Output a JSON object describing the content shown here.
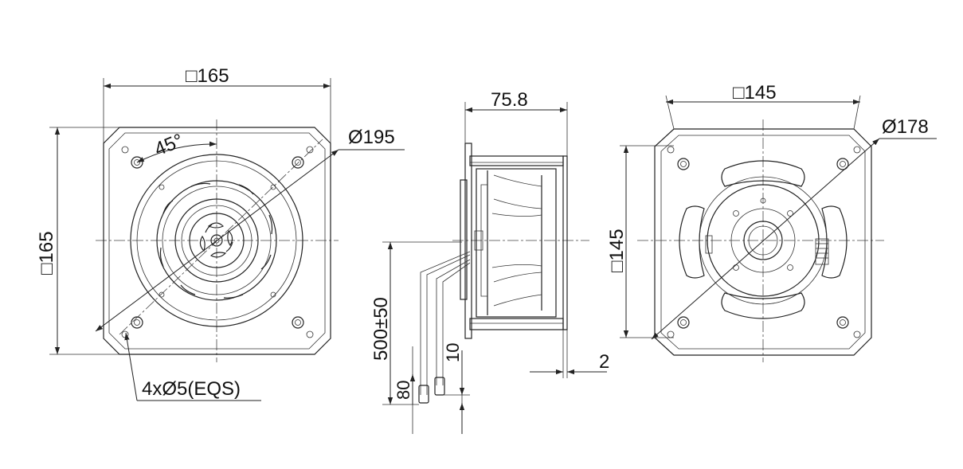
{
  "colors": {
    "line": "#222222",
    "background": "#ffffff"
  },
  "front_view": {
    "width_dim": "□165",
    "height_dim": "□165",
    "diameter_dim": "Ø195",
    "angle_dim": "45°",
    "holes_dim": "4xØ5(EQS)"
  },
  "side_view": {
    "depth_dim": "75.8",
    "cable_length_dim": "500±50",
    "strip_dim": "80",
    "tip_dim": "10",
    "flange_dim": "2"
  },
  "rear_view": {
    "width_dim": "□145",
    "height_dim": "□145",
    "diameter_dim": "Ø178"
  }
}
